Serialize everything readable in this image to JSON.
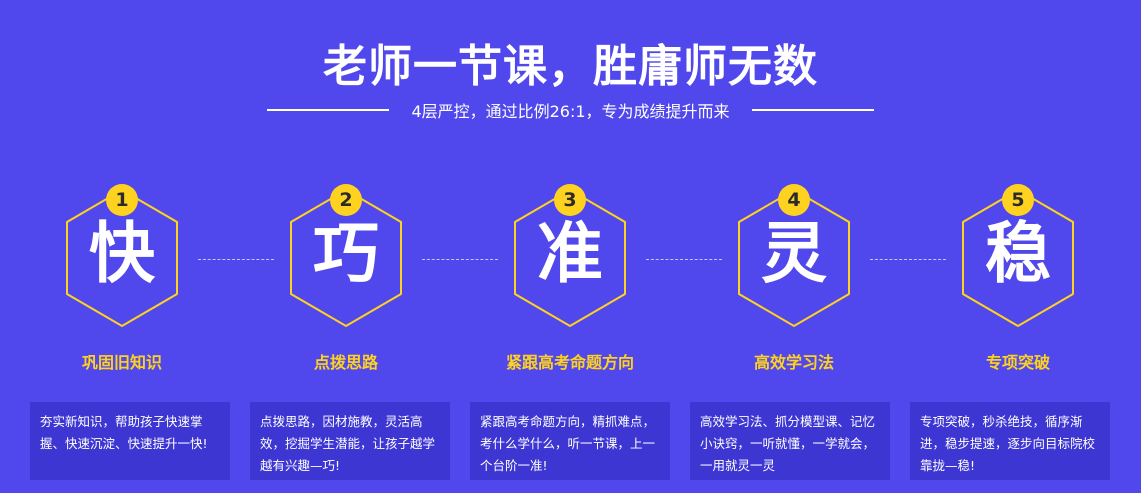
{
  "header": {
    "title": "老师一节课，胜庸师无数",
    "subtitle": "4层严控，通过比例26:1，专为成绩提升而来"
  },
  "colors": {
    "background": "#5048EC",
    "accent": "#FFD21F",
    "card": "#3D36D2"
  },
  "steps": [
    {
      "number": "1",
      "char": "快",
      "label": "巩固旧知识",
      "desc": "夯实新知识，帮助孩子快速掌握、快速沉淀、快速提升一快!"
    },
    {
      "number": "2",
      "char": "巧",
      "label": "点拨思路",
      "desc": "点拨思路，因材施教，灵活高效，挖掘学生潜能，让孩子越学越有兴趣—巧!"
    },
    {
      "number": "3",
      "char": "准",
      "label": "紧跟高考命题方向",
      "desc": "紧跟高考命题方向，精抓难点，考什么学什么，听一节课，上一个台阶一准!"
    },
    {
      "number": "4",
      "char": "灵",
      "label": "高效学习法",
      "desc": "高效学习法、抓分模型课、记忆小诀窍，一听就懂，一学就会，一用就灵一灵"
    },
    {
      "number": "5",
      "char": "稳",
      "label": "专项突破",
      "desc": "专项突破，秒杀绝技，循序渐进，稳步提速，逐步向目标院校靠拢—稳!"
    }
  ]
}
